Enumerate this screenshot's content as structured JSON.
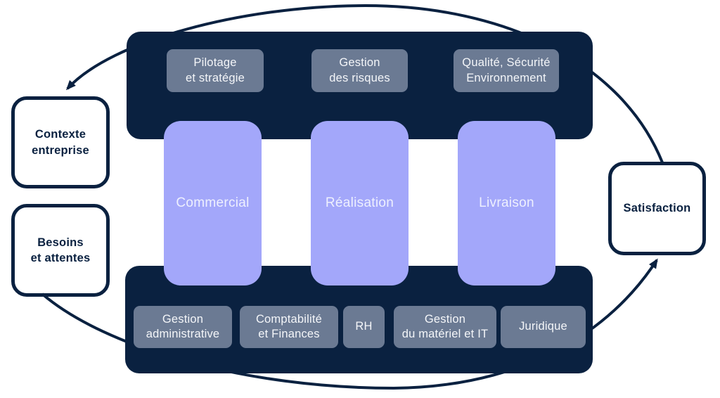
{
  "colors": {
    "navy": "#0a2140",
    "slate_gray": "#6b7a93",
    "purple": "#a3a7fa",
    "light_text": "#f4f6f9",
    "background": "#ffffff"
  },
  "management_band": {
    "items": [
      {
        "label": "Pilotage\net stratégie"
      },
      {
        "label": "Gestion\ndes risques"
      },
      {
        "label": "Qualité, Sécurité\nEnvironnement"
      }
    ]
  },
  "core_processes": {
    "items": [
      {
        "label": "Commercial"
      },
      {
        "label": "Réalisation"
      },
      {
        "label": "Livraison"
      }
    ]
  },
  "support_band": {
    "items": [
      {
        "label": "Gestion\nadministrative"
      },
      {
        "label": "Comptabilité\net Finances"
      },
      {
        "label": "RH"
      },
      {
        "label": "Gestion\ndu matériel et IT"
      },
      {
        "label": "Juridique"
      }
    ]
  },
  "inputs": {
    "items": [
      {
        "label": "Contexte\nentreprise"
      },
      {
        "label": "Besoins\net attentes"
      }
    ]
  },
  "output": {
    "label": "Satisfaction"
  }
}
